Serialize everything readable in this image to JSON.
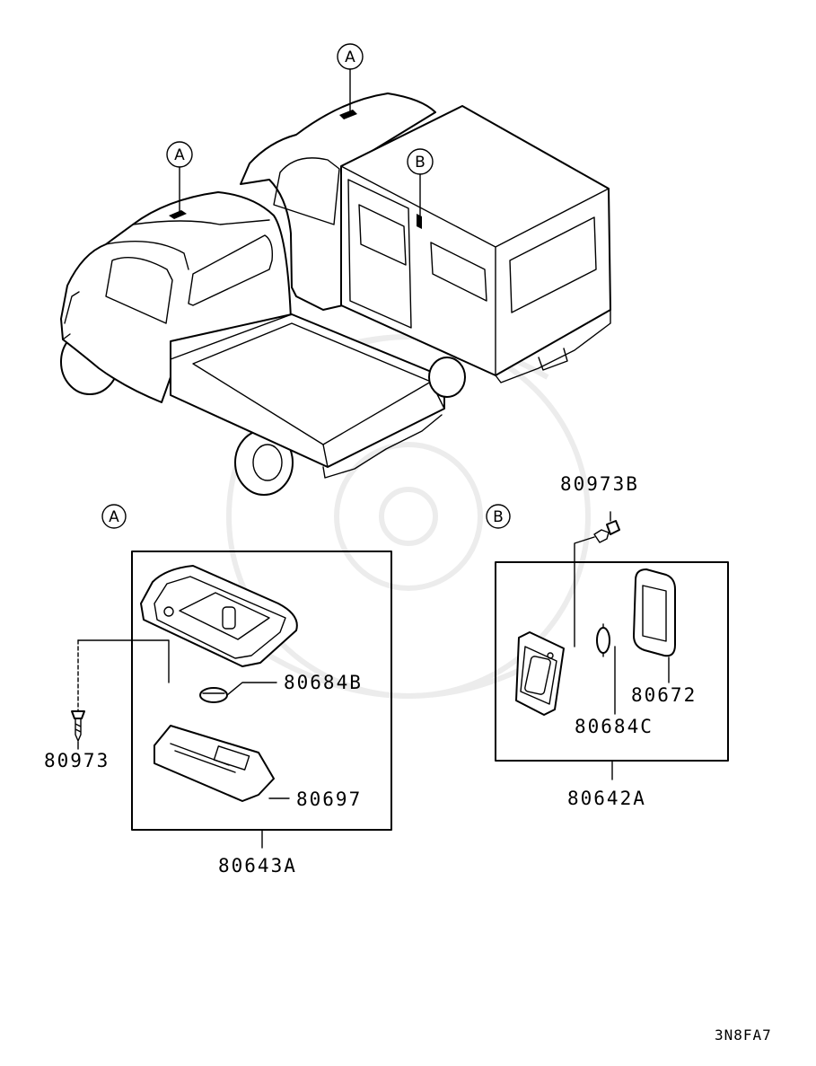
{
  "callouts": {
    "a_top_left": "A",
    "a_top_right": "A",
    "b_top": "B",
    "a_section": "A",
    "b_section": "B"
  },
  "parts": {
    "p80973": "80973",
    "p80684b": "80684B",
    "p80697": "80697",
    "p80643a": "80643A",
    "p80973b": "80973B",
    "p80672": "80672",
    "p80684c": "80684C",
    "p80642a": "80642A"
  },
  "drawing_code": "3N8FA7"
}
